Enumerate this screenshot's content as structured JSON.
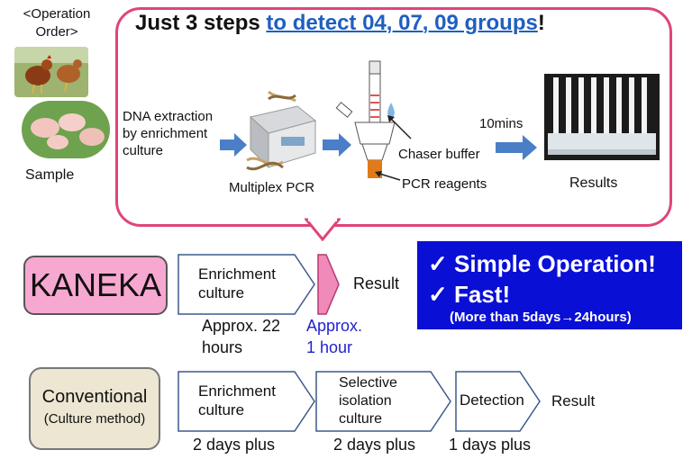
{
  "operation_order": "<Operation Order>",
  "sample_label": "Sample",
  "title": {
    "prefix": "Just 3 steps ",
    "highlight": "to detect 04, 07, 09 groups",
    "suffix": "!"
  },
  "steps": {
    "dna_extraction": "DNA extraction by enrichment culture",
    "multiplex_pcr": "Multiplex PCR",
    "chaser_buffer": "Chaser buffer",
    "pcr_reagents": "PCR reagents",
    "ten_mins": "10mins",
    "results": "Results"
  },
  "kaneka": {
    "label": "KANEKA",
    "stage1": "Enrichment culture",
    "stage1_time": "Approx. 22 hours",
    "stage2_time": "Approx. 1 hour",
    "result": "Result"
  },
  "benefits": {
    "line1": "✓ Simple Operation!",
    "line2": "✓ Fast!",
    "line3": "(More than 5days→24hours)"
  },
  "conventional": {
    "label": "Conventional",
    "sublabel": "(Culture method)",
    "stage1": "Enrichment culture",
    "stage1_time": "2 days plus",
    "stage2": "Selective isolation culture",
    "stage2_time": "2 days plus",
    "stage3": "Detection",
    "stage3_time": "1 days plus",
    "result": "Result"
  },
  "colors": {
    "bubble_border": "#e0447a",
    "highlight": "#1f5fbf",
    "kaneka_fill": "#f7a8d0",
    "benefit_fill": "#0a0fd6",
    "arrow_blue": "#4a7fc8"
  }
}
